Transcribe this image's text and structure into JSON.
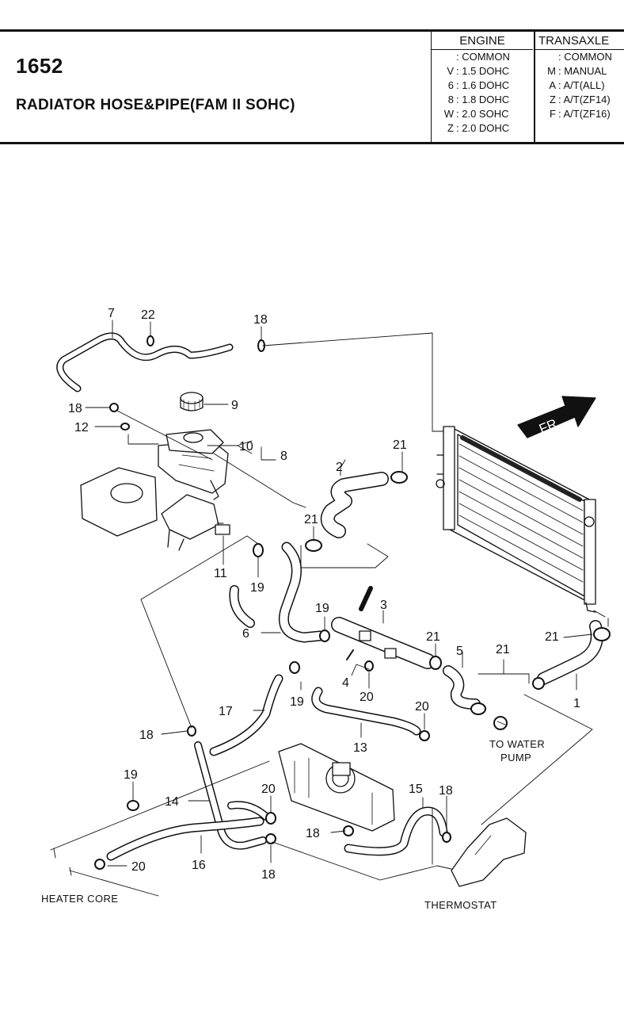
{
  "header": {
    "page_number": "1652",
    "title": "RADIATOR HOSE&PIPE(FAM II SOHC)"
  },
  "legend": {
    "engine_heading": "ENGINE",
    "transaxle_heading": "TRANSAXLE",
    "engine_rows": [
      {
        "code": "",
        "desc": ": COMMON"
      },
      {
        "code": "V",
        "desc": ": 1.5 DOHC"
      },
      {
        "code": "6",
        "desc": ": 1.6 DOHC"
      },
      {
        "code": "8",
        "desc": ": 1.8 DOHC"
      },
      {
        "code": "W",
        "desc": ": 2.0 SOHC"
      },
      {
        "code": "Z",
        "desc": ": 2.0 DOHC"
      }
    ],
    "transaxle_rows": [
      {
        "code": "",
        "desc": ": COMMON"
      },
      {
        "code": "M",
        "desc": ": MANUAL"
      },
      {
        "code": "A",
        "desc": ": A/T(ALL)"
      },
      {
        "code": "Z",
        "desc": ": A/T(ZF14)"
      },
      {
        "code": "F",
        "desc": ": A/T(ZF16)"
      }
    ]
  },
  "diagram": {
    "direction_arrow": "FR",
    "callouts": [
      "7",
      "22",
      "18",
      "9",
      "18",
      "12",
      "10",
      "8",
      "2",
      "21",
      "21",
      "11",
      "19",
      "3",
      "19",
      "6",
      "21",
      "5",
      "21",
      "21",
      "1",
      "4",
      "20",
      "19",
      "17",
      "20",
      "18",
      "13",
      "19",
      "20",
      "15",
      "18",
      "14",
      "16",
      "18",
      "20",
      "18"
    ],
    "captions": {
      "water_pump_line1": "TO WATER",
      "water_pump_line2": "PUMP",
      "heater_core": "HEATER CORE",
      "thermostat": "THERMOSTAT"
    }
  }
}
